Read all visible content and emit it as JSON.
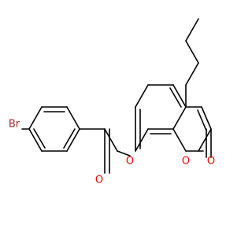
{
  "molecule": {
    "atoms": {
      "br": "Br",
      "o_ether": "O",
      "o_ketone": "O",
      "o_ring": "O",
      "o_lactone": "O"
    },
    "colors": {
      "bond": "#000000",
      "bromine": "#a52a2a",
      "oxygen": "#ff0000"
    }
  }
}
